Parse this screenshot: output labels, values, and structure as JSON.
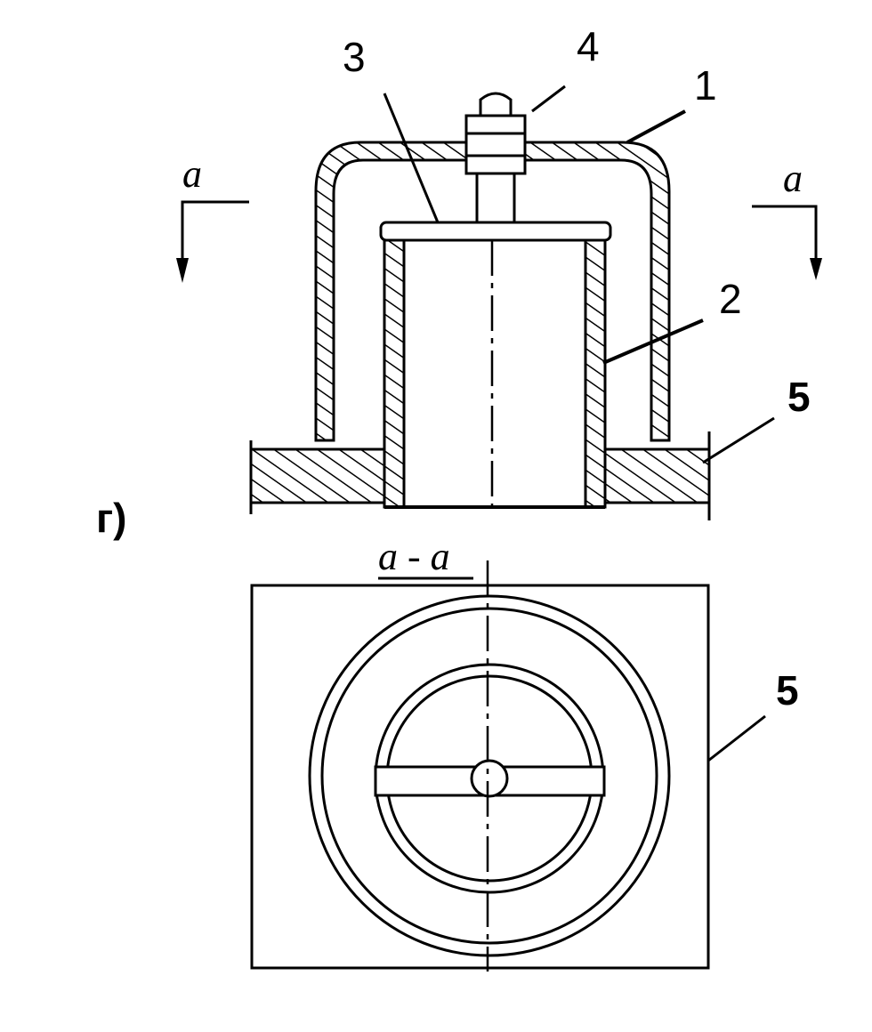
{
  "figure_letter": "г)",
  "section_label": "a - a",
  "cut_marks": {
    "left": "a",
    "right": "a"
  },
  "callouts": [
    {
      "id": "1",
      "text": "1"
    },
    {
      "id": "2",
      "text": "2"
    },
    {
      "id": "3",
      "text": "3"
    },
    {
      "id": "4",
      "text": "4"
    },
    {
      "id": "5-top",
      "text": "5"
    },
    {
      "id": "5-bottom",
      "text": "5"
    }
  ]
}
